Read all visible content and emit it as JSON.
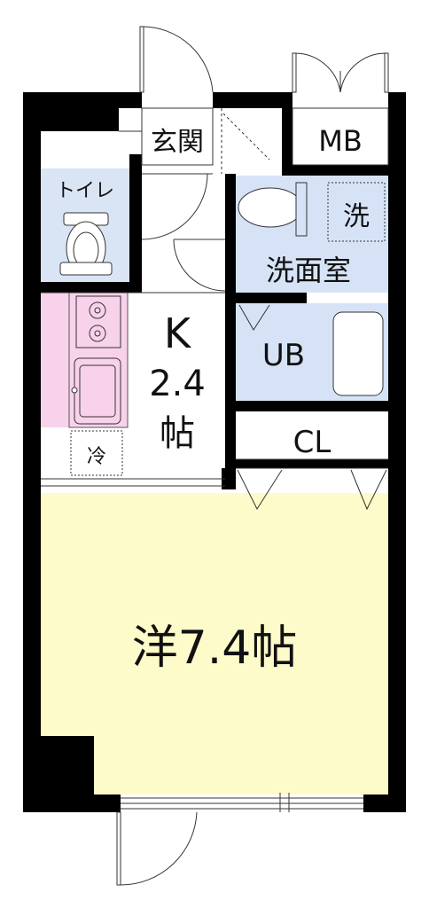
{
  "rooms": {
    "entrance": "玄関",
    "mb": "MB",
    "toilet": "トイレ",
    "washer": "洗",
    "washroom": "洗面室",
    "kitchen_letter": "K",
    "kitchen_size": "2.4",
    "kitchen_unit": "帖",
    "fridge": "冷",
    "ub": "UB",
    "closet": "CL",
    "main_room": "洋7.4帖"
  },
  "colors": {
    "wall": "#000000",
    "toilet_fill": "#d9e4f5",
    "washroom_fill": "#d6e3f7",
    "kitchen_fill": "#f8d2ea",
    "main_room_fill": "#fdfbc9",
    "floor": "#ffffff"
  }
}
